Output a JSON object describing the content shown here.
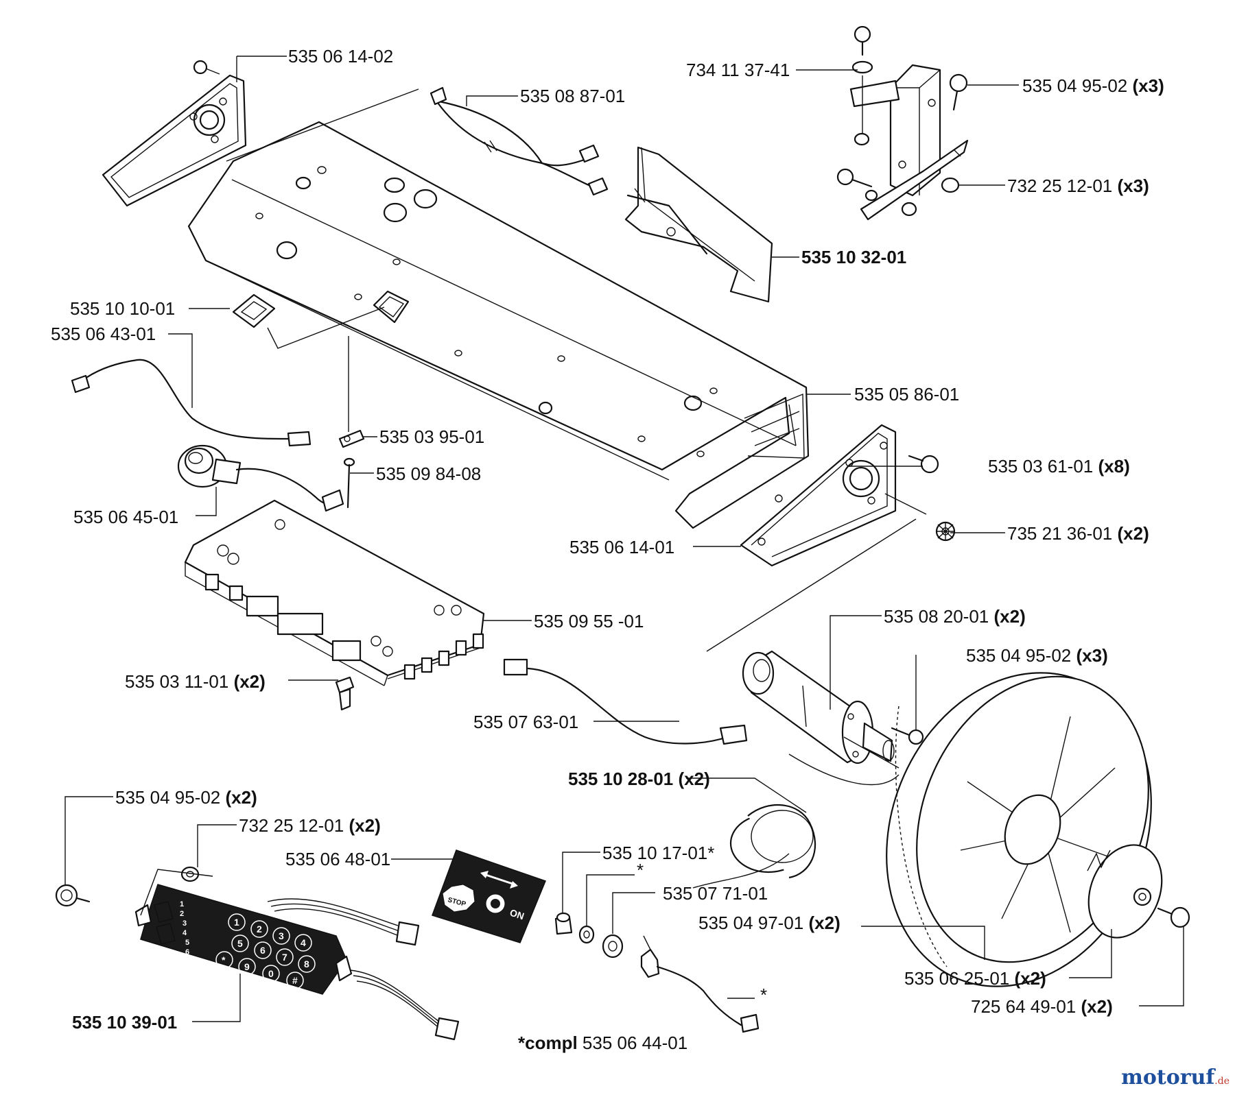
{
  "labels": {
    "l01": "535 06 14-02",
    "l02": "535 08 87-01",
    "l03": "734 11 37-41",
    "l04": "535 04 95-02",
    "l05": "732 25 12-01",
    "l06": "535 10 32-01",
    "l07": "535 10 10-01",
    "l08": "535 06 43-01",
    "l09": "535 05 86-01",
    "l10": "535 03 95-01",
    "l11": "535 09 84-08",
    "l12": "535 03 61-01",
    "l13": "535 06 45-01",
    "l14": "535 06 14-01",
    "l15": "735 21 36-01",
    "l16": "535 09 55 -01",
    "l17": "535 08 20-01",
    "l18": "535 04 95-02",
    "l19": "535 03 11-01",
    "l20": "535 07 63-01",
    "l21": "535 10 28-01",
    "l22": "535 04 95-02",
    "l23": "732 25 12-01",
    "l24": "535 06 48-01",
    "l25": "535 10 17-01*",
    "l26": "*",
    "l27": "535 07 71-01",
    "l28": "535 04 97-01",
    "l29": "*",
    "l30": "535 06 25-01",
    "l31": "725 64 49-01",
    "l32": "535 10 39-01",
    "footnote_prefix": "*compl",
    "footnote_part": "535 06 44-01"
  },
  "qty": {
    "q04": "(x3)",
    "q05": "(x3)",
    "q12": "(x8)",
    "q15": "(x2)",
    "q17": "(x2)",
    "q18": "(x3)",
    "q19": "(x2)",
    "q21": "(x2)",
    "q22": "(x2)",
    "q23": "(x2)",
    "q28": "(x2)",
    "q30": "(x2)",
    "q31": "(x2)"
  },
  "panel_text": {
    "stop": "STOP",
    "on": "ON"
  },
  "keypad": {
    "keys": [
      "1",
      "2",
      "3",
      "4",
      "5",
      "6",
      "7",
      "8",
      "9",
      "0",
      "*",
      "#"
    ],
    "side_keys": [
      "1",
      "2",
      "3",
      "4",
      "5",
      "6"
    ]
  },
  "watermark": {
    "name": "motoruf",
    "tld": ".de"
  },
  "colors": {
    "line": "#111111",
    "watermark": "#1d4f9c",
    "watermark_tld": "#c0392b"
  }
}
